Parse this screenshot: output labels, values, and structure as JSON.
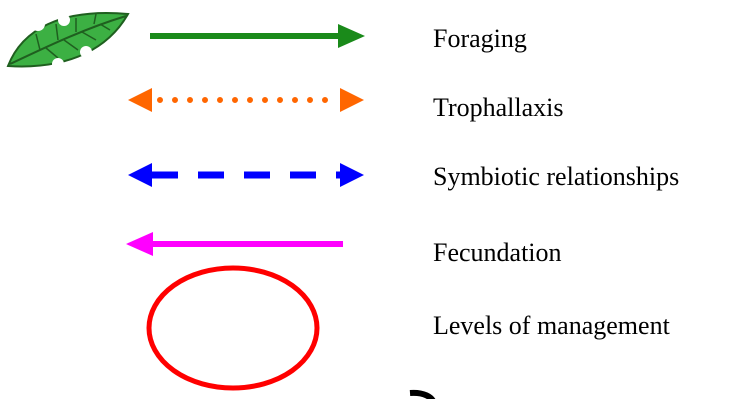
{
  "legend": {
    "items": [
      {
        "key": "foraging",
        "label": "Foraging",
        "symbol": "solid-arrow-right",
        "color": "#1a8a1a"
      },
      {
        "key": "trophallaxis",
        "label": "Trophallaxis",
        "symbol": "dotted-double-arrow",
        "color": "#ff6600"
      },
      {
        "key": "symbiotic",
        "label": "Symbiotic relationships",
        "symbol": "dashed-double-arrow",
        "color": "#0000ff"
      },
      {
        "key": "fecundation",
        "label": "Fecundation",
        "symbol": "solid-arrow-left",
        "color": "#ff00ff"
      },
      {
        "key": "levels",
        "label": "Levels of management",
        "symbol": "ellipse",
        "color": "#ff0000"
      }
    ],
    "icons": {
      "leaf": "leaf-icon",
      "leaf_color": "#3cb043"
    }
  }
}
